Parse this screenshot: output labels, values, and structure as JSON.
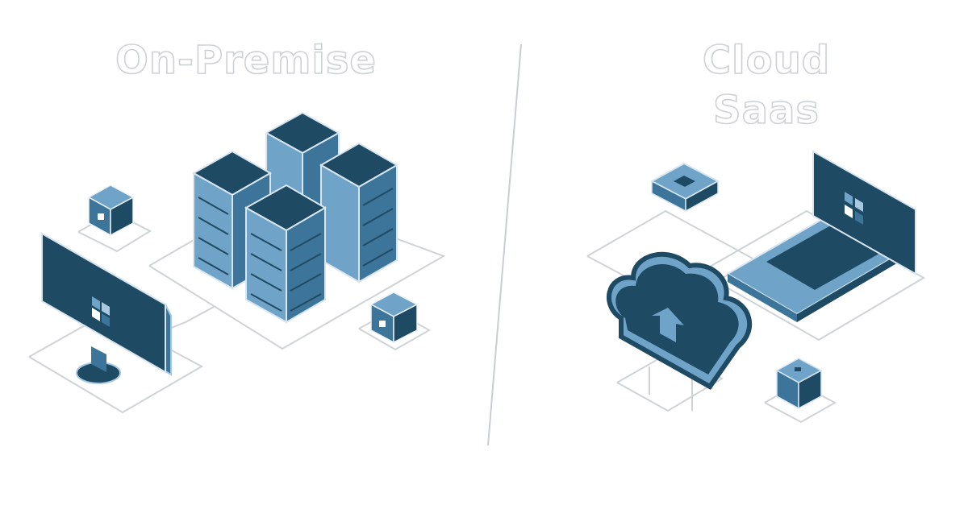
{
  "headings": {
    "left": "On-Premise",
    "right_line1": "Cloud",
    "right_line2": "Saas"
  },
  "colors": {
    "dark": "#1f4a63",
    "mid": "#3d759a",
    "light": "#6fa4c8",
    "pale": "#a8c8df",
    "line": "#cfd3d6",
    "outline": "#c9ced2"
  }
}
